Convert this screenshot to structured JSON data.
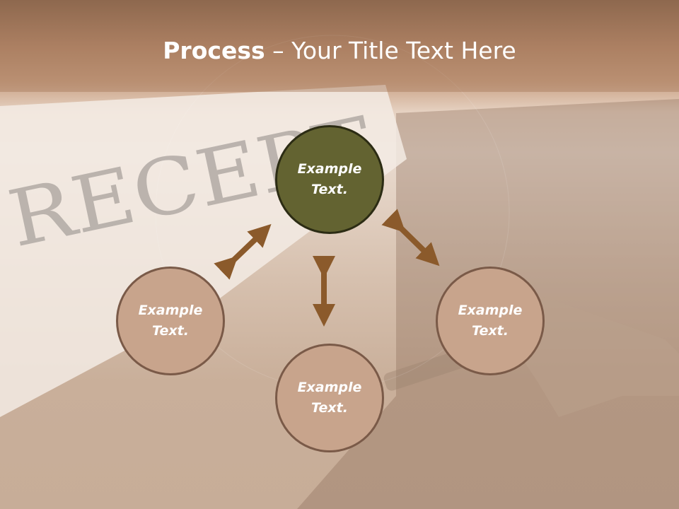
{
  "title": {
    "bold": "Process",
    "separator": " – ",
    "rest": "Your Title Text Here"
  },
  "nodes": [
    {
      "id": "top",
      "label": "Example Text."
    },
    {
      "id": "left",
      "label": "Example Text."
    },
    {
      "id": "bottom",
      "label": "Example Text."
    },
    {
      "id": "right",
      "label": "Example Text."
    }
  ],
  "background": {
    "stamp_text": "RECEPT"
  },
  "colors": {
    "center_fill": "#636331",
    "node_fill": "#c8a48c",
    "arrow": "#8b5a2b",
    "banner": "#a77a5c"
  }
}
